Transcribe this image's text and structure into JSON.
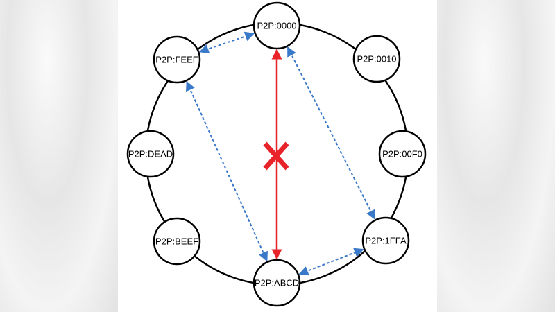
{
  "nodes": [
    {
      "id": "n0000",
      "label": "P2P:0000"
    },
    {
      "id": "n0010",
      "label": "P2P:0010"
    },
    {
      "id": "n00f0",
      "label": "P2P:00F0"
    },
    {
      "id": "n1ffa",
      "label": "P2P:1FFA"
    },
    {
      "id": "nabcd",
      "label": "P2P:ABCD"
    },
    {
      "id": "nbeef",
      "label": "P2P:BEEF"
    },
    {
      "id": "ndead",
      "label": "P2P:DEAD"
    },
    {
      "id": "nfeef",
      "label": "P2P:FEEF"
    }
  ],
  "edges": [
    {
      "from": "n0000",
      "to": "nabcd",
      "style": "solid",
      "color": "#e8242a",
      "blocked": true
    },
    {
      "from": "nfeef",
      "to": "n0000",
      "style": "dashed",
      "color": "#3a78c8"
    },
    {
      "from": "nfeef",
      "to": "nabcd",
      "style": "dashed",
      "color": "#3a78c8"
    },
    {
      "from": "n0000",
      "to": "n1ffa",
      "style": "dashed",
      "color": "#3a78c8"
    },
    {
      "from": "nabcd",
      "to": "n1ffa",
      "style": "dashed",
      "color": "#3a78c8"
    }
  ],
  "colors": {
    "ring": "#000000",
    "blocked_mark": "#e8242a",
    "dashed_link": "#3a78c8",
    "blocked_link": "#e8242a"
  }
}
